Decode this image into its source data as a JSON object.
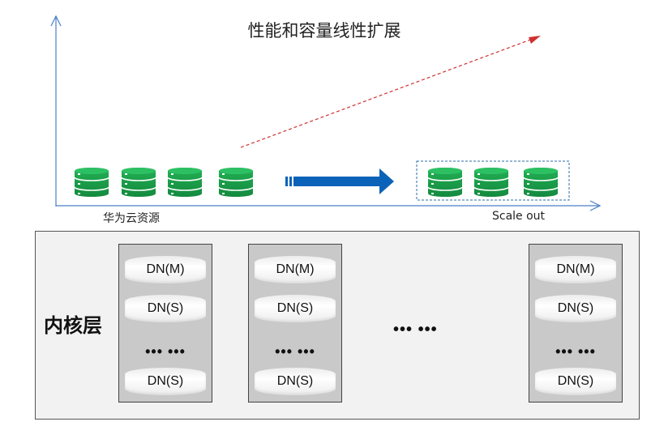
{
  "title": "性能和容量线性扩展",
  "left_label": "华为云资源",
  "right_label": "Scale out",
  "kernel_label": "内核层",
  "columns": [
    {
      "top": "DN(M)",
      "second": "DN(S)",
      "ellipsis": "••• •••",
      "bottom": "DN(S)"
    },
    {
      "top": "DN(M)",
      "second": "DN(S)",
      "ellipsis": "••• •••",
      "bottom": "DN(S)"
    },
    {
      "top": "DN(M)",
      "second": "DN(S)",
      "ellipsis": "••• •••",
      "bottom": "DN(S)"
    }
  ],
  "between_columns": "••• •••",
  "colors": {
    "axis": "#4a7fc8",
    "database_green": "#1aa04c",
    "growth_arrow": "#d03030",
    "scale_arrow": "#0a63b8",
    "cluster_border": "#2e6da4"
  }
}
